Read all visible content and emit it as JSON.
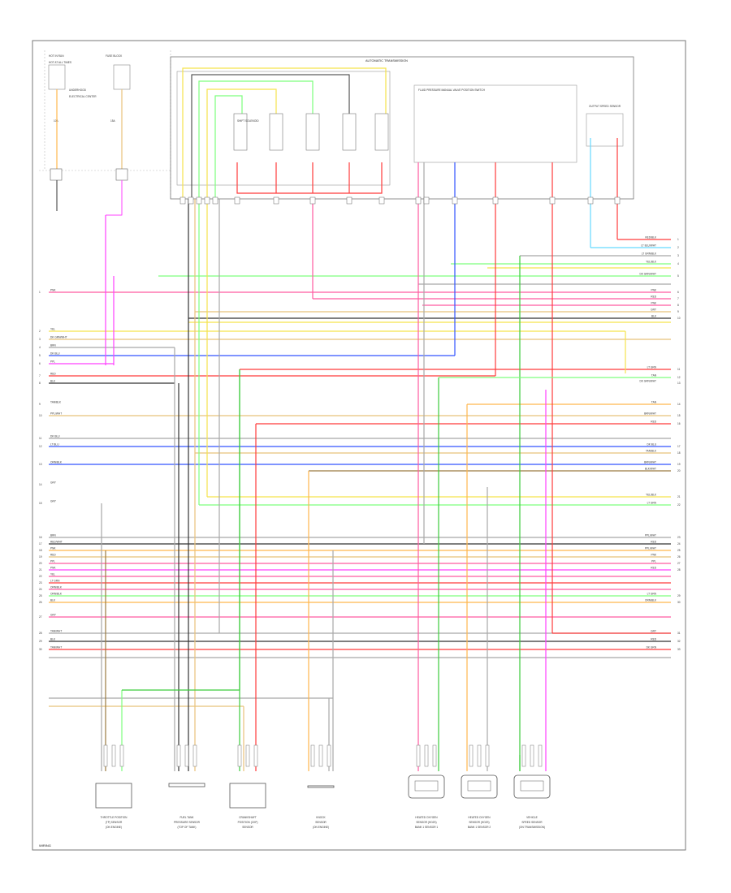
{
  "diagram": {
    "module_title": "AUTOMATIC TRANSMISSION",
    "pressure_switch_title": "FLUID PRESSURE MANUAL VALVE POSITION SWITCH",
    "output_speed_sensor_label": "OUTPUT SPEED SENSOR",
    "solenoid_label": "SHIFT SOLENOID",
    "footer_code": "WIRING",
    "wire_colors": {
      "RED": "#ff3b3b",
      "PNK": "#ff5ba0",
      "PPL": "#ff40ff",
      "YEL": "#f5e34c",
      "LTGRN": "#7dff7d",
      "GRN": "#3ccc3c",
      "DKBLU": "#3355ff",
      "LTBLU": "#66d9ff",
      "ORN": "#ffb64d",
      "TAN": "#e8c27a",
      "BRN": "#9a7a40",
      "GRY": "#a8a8a8",
      "BLK": "#333333",
      "WHT": "#d8d8d8"
    },
    "top_left_box_labels": [
      "HOT IN RUN",
      "HOT AT ALL TIMES",
      "FUSE BLOCK",
      "UNDERHOOD",
      "ELECTRICAL CENTER",
      "10A",
      "15A"
    ],
    "left_pin_labels": [
      "PNK",
      "YEL",
      "DK GRN/WHT",
      "BRN",
      "DK BLU",
      "PPL",
      "RED",
      "BLK",
      "TAN/BLK",
      "PPL/WHT",
      "DK BLU",
      "LT BLU",
      "ORN/BLK",
      "GRY",
      "GRY",
      "BRN",
      "RED/WHT",
      "PNK",
      "RED",
      "PPL",
      "PNK",
      "YEL",
      "LT GRN",
      "ORN/BLK",
      "ORN/BLK",
      "BLK",
      "GRY",
      "TAN/WHT",
      "BLK",
      "TAN/WHT"
    ],
    "right_pin_labels": [
      "RED/BLK",
      "LT BLU/WHT",
      "LT GRN/BLK",
      "YEL/BLK",
      "DK GRN/WHT",
      "PNK",
      "RED",
      "PNK",
      "GRY",
      "BLK",
      "LT GRN",
      "TAN",
      "DK GRN/WHT",
      "TAN",
      "BRN/WHT",
      "RED",
      "DK BLU",
      "TAN/BLK",
      "BRN/WHT",
      "BLK/WHT",
      "YEL/BLK",
      "LT GRN",
      "PPL/WHT",
      "RED",
      "PPL/WHT",
      "PNK",
      "PPL",
      "RED",
      "LT GRN",
      "ORN/BLK",
      "GRY",
      "RED",
      "DK GRN"
    ],
    "bottom_components": [
      {
        "line1": "THROTTLE POSITION",
        "line2": "(TP) SENSOR",
        "line3": "(ON ENGINE)"
      },
      {
        "line1": "FUEL TANK",
        "line2": "PRESSURE SENSOR",
        "line3": "(TOP OF TANK)"
      },
      {
        "line1": "CRANKSHAFT",
        "line2": "POSITION (CKP)",
        "line3": "SENSOR"
      },
      {
        "line1": "KNOCK",
        "line2": "SENSOR",
        "line3": "(ON ENGINE)"
      },
      {
        "line1": "HEATED OXYGEN",
        "line2": "SENSOR (HO2S)",
        "line3": "BANK 1 SENSOR 1"
      },
      {
        "line1": "HEATED OXYGEN",
        "line2": "SENSOR (HO2S)",
        "line3": "BANK 1 SENSOR 2"
      },
      {
        "line1": "VEHICLE",
        "line2": "SPEED SENSOR",
        "line3": "(ON TRANSMISSION)"
      }
    ]
  }
}
